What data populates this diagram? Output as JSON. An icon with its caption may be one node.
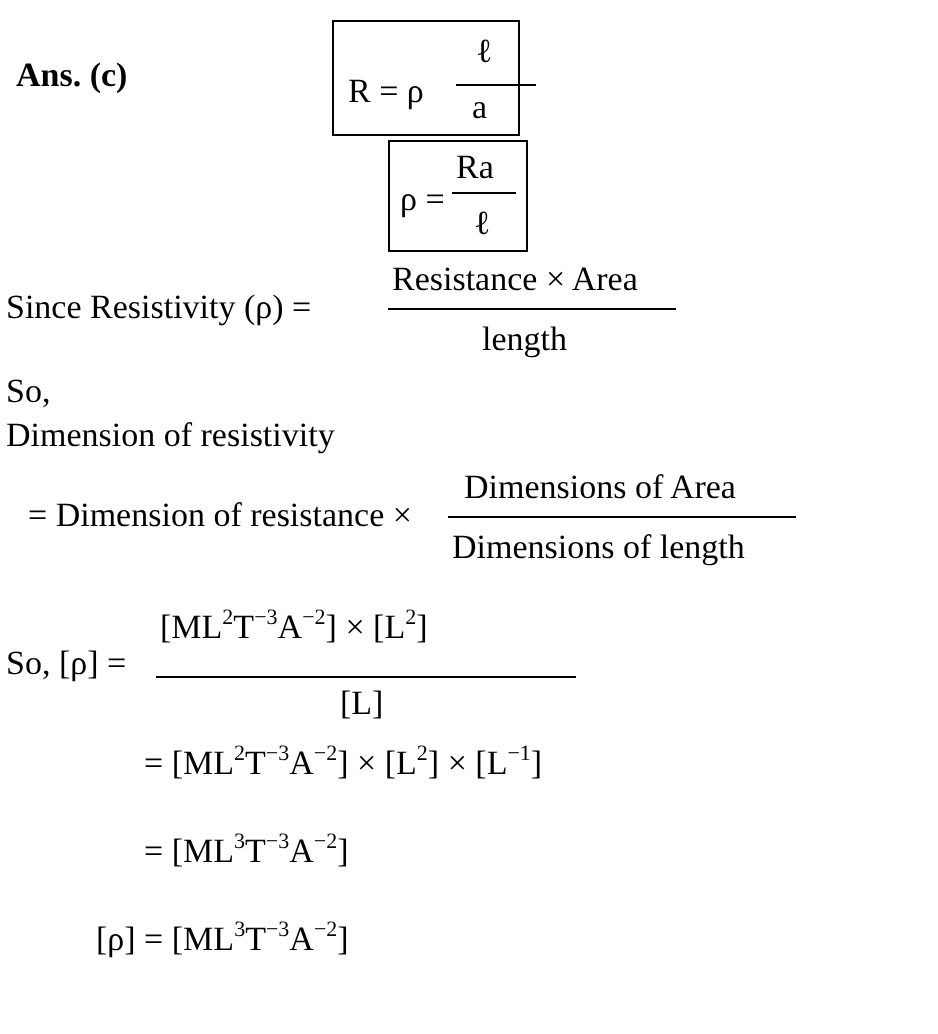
{
  "diagram": {
    "labels": [
      "Ans. (c)",
      "R = ρ",
      "ℓ",
      "a",
      "ρ =",
      "Ra",
      "ℓ",
      "Since Resistivity (ρ) =",
      "Resistance × Area",
      "length",
      "So,",
      "Dimension of resistivity",
      "= Dimension of resistance ×",
      "Dimensions of Area",
      "Dimensions of length",
      "So, [ρ] =",
      "[ML$^{2}$T$^{−3}$A$^{−2}$] × [L$^{2}$]",
      "[L]",
      "= [ML$^{2}$T$^{−3}$A$^{−2}$] × [L$^{2}$] × [L$^{−1}$]",
      "= [ML$^{3}$T$^{−3}$A$^{−2}$]",
      "[ρ] = [ML$^{3}$T$^{−3}$A$^{−2}$]"
    ]
  }
}
